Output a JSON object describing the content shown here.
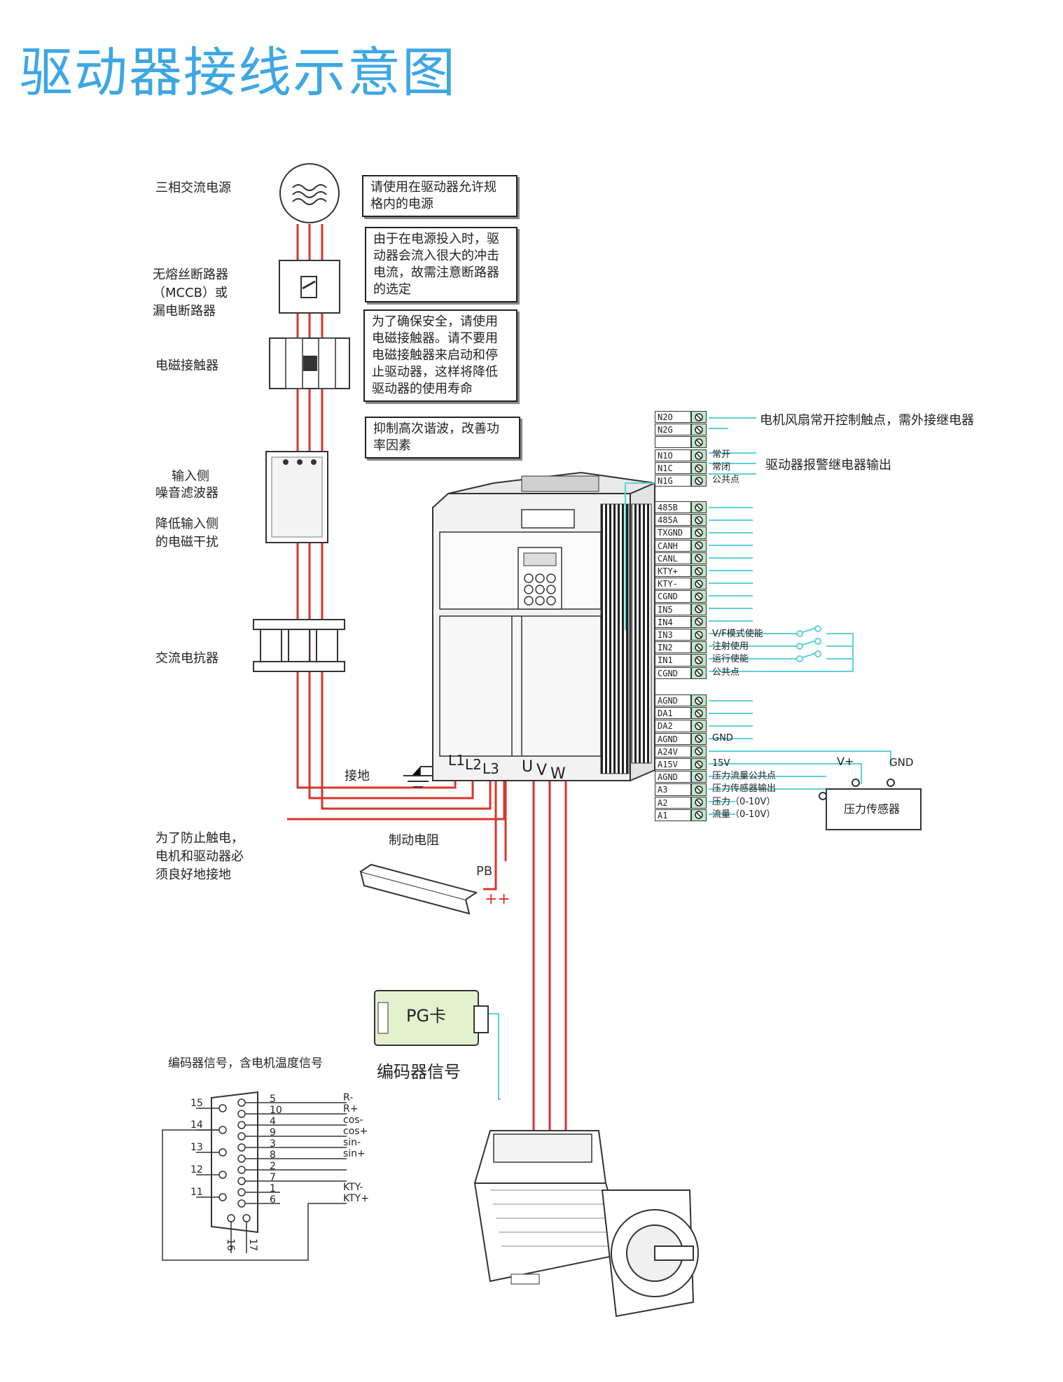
{
  "title": "驱动器接线示意图",
  "left_labels": {
    "power": "三相交流电源",
    "mccb": [
      "无熔丝断路器",
      "（MCCB）或",
      "漏电断路器"
    ],
    "contactor": "电磁接触器",
    "filter": [
      "输入侧",
      "噪音滤波器"
    ],
    "filter_note": [
      "降低输入侧",
      "的电磁干扰"
    ],
    "reactor": "交流电抗器",
    "ground": "接地",
    "ground_note": [
      "为了防止触电，",
      "电机和驱动器必",
      "须良好地接地"
    ],
    "brake": "制动电阻",
    "pb": "PB",
    "pp": "++"
  },
  "notes": [
    [
      "请使用在驱动器允许规",
      "格内的电源"
    ],
    [
      "由于在电源投入时，驱",
      "动器会流入很大的冲击",
      "电流，故需注意断路器",
      "的选定"
    ],
    [
      "为了确保安全，请使用",
      "电磁接触器。请不要用",
      "电磁接触器来启动和停",
      "止驱动器，这样将降低",
      "驱动器的使用寿命"
    ],
    [
      "抑制高次谐波，改善功",
      "率因素"
    ]
  ],
  "drive_terminals": {
    "input": [
      "L1",
      "L2",
      "L3"
    ],
    "output": [
      "U",
      "V",
      "W"
    ]
  },
  "terminal_groups": [
    {
      "items": [
        "N2O",
        "N2G",
        ""
      ],
      "annotations": []
    },
    {
      "items": [
        "N1O",
        "N1C",
        "N1G"
      ],
      "annotations": [
        "常开",
        "常闭",
        "公共点"
      ]
    },
    {
      "items": [
        "485B",
        "485A",
        "TXGND",
        "CANH",
        "CANL",
        "KTY+",
        "KTY-",
        "CGND",
        "IN5",
        "IN4",
        "IN3",
        "IN2",
        "IN1",
        "CGND"
      ],
      "annotations": [
        "",
        "",
        "",
        "",
        "",
        "",
        "",
        "",
        "",
        "",
        "V/F模式使能",
        "注射使用",
        "运行使能",
        "公共点"
      ]
    },
    {
      "items": [
        "AGND",
        "DA1",
        "DA2",
        "AGND",
        "A24V",
        "A15V",
        "AGND",
        "A3",
        "A2",
        "A1"
      ],
      "annotations": [
        "",
        "",
        "",
        "GND",
        "",
        "15V",
        "压力流量公共点",
        "压力传感器输出",
        "压力（0-10V）",
        "流量（0-10V）"
      ]
    }
  ],
  "right_labels": {
    "fan": "电机风扇常开控制触点，需外接继电器",
    "alarm": "驱动器报警继电器输出",
    "vplus": "V+",
    "gnd": "GND",
    "sensor": "压力传感器"
  },
  "pg": {
    "card": "PG卡",
    "signal": "编码器信号"
  },
  "connector": {
    "title": "编码器信号，含电机温度信号",
    "left_pins": [
      "15",
      "14",
      "13",
      "12",
      "11"
    ],
    "right_pins": [
      "5",
      "10",
      "4",
      "9",
      "3",
      "8",
      "2",
      "7",
      "1",
      "6"
    ],
    "bottom_pins": [
      "16",
      "17"
    ],
    "signals": [
      "R-",
      "R+",
      "cos-",
      "cos+",
      "sin-",
      "sin+",
      "KTY-",
      "KTY+"
    ]
  },
  "colors": {
    "title": "#3da7e4",
    "power_wire": "#d9342b",
    "signal_wire": "#5fd0d8",
    "terminal_fill": "#bfe8c8"
  }
}
